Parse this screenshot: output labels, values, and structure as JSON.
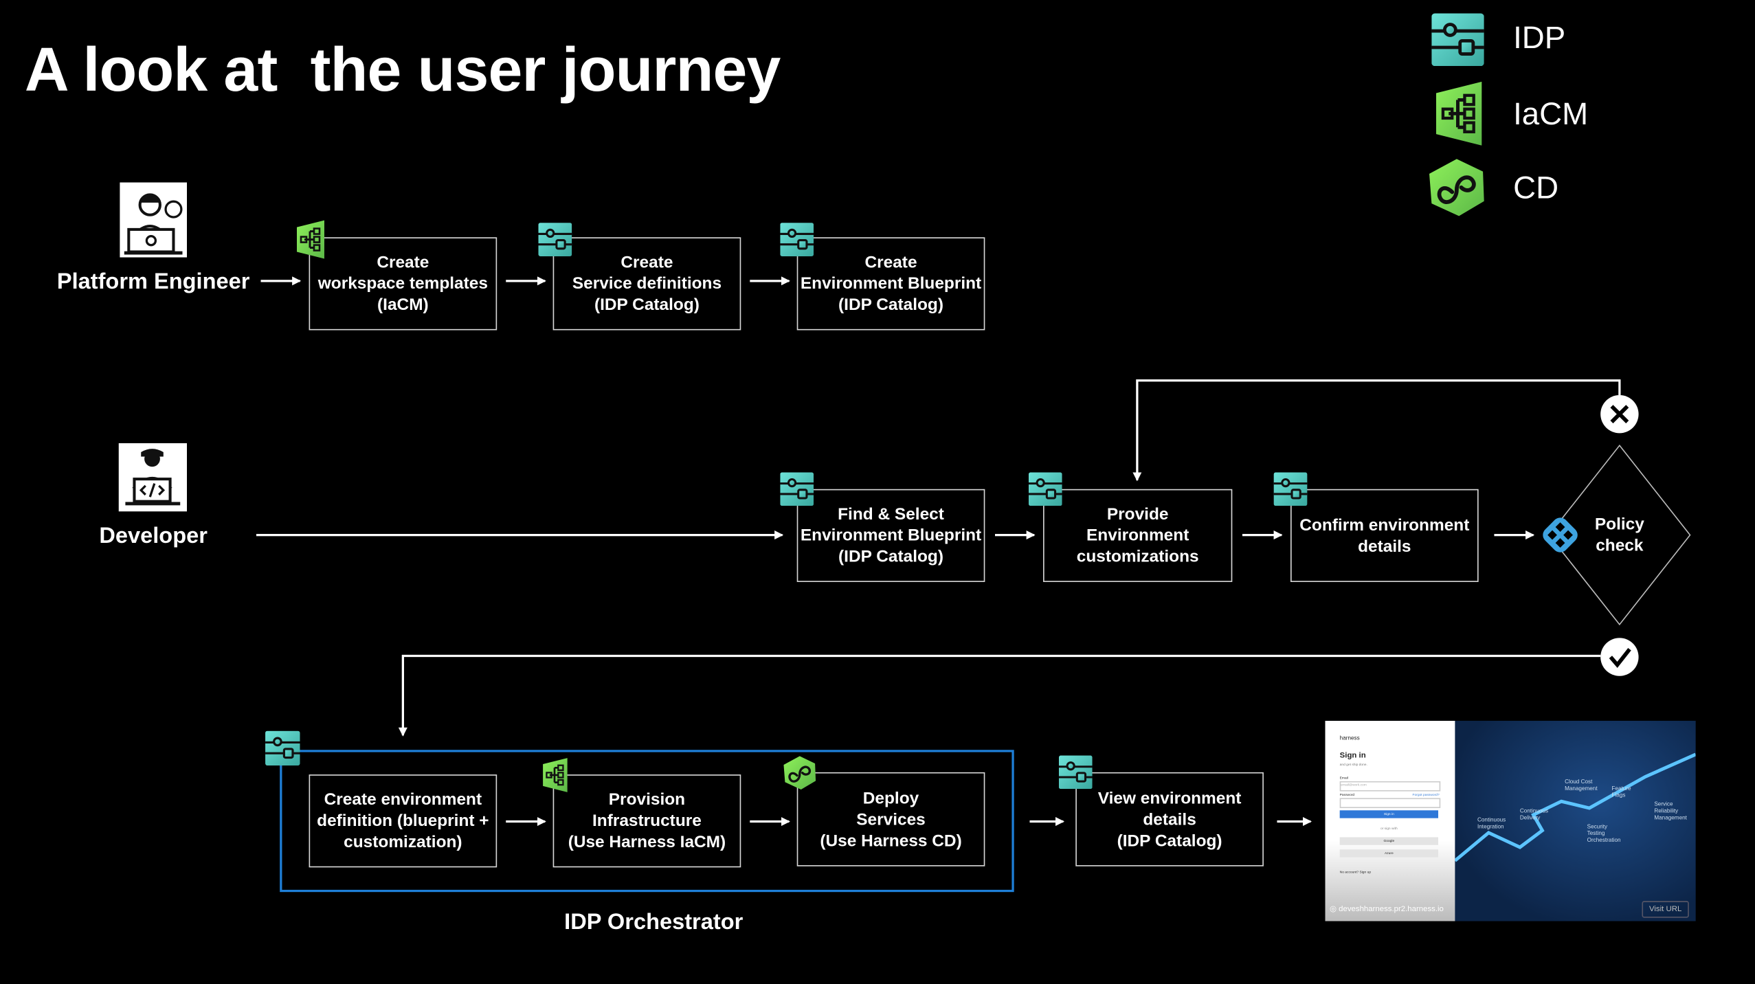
{
  "title": "A look at  the user journey",
  "legend": [
    {
      "icon": "idp-icon",
      "label": "IDP",
      "color": "#4ec7bf"
    },
    {
      "icon": "iacm-icon",
      "label": "IaCM",
      "color": "#7ed957"
    },
    {
      "icon": "cd-icon",
      "label": "CD",
      "color": "#7ed957"
    }
  ],
  "actors": {
    "platform_engineer": "Platform Engineer",
    "developer": "Developer"
  },
  "platform_row": [
    {
      "icon": "iacm-icon",
      "label": "Create\nworkspace templates\n(IaCM)"
    },
    {
      "icon": "idp-icon",
      "label": "Create\nService definitions\n(IDP Catalog)"
    },
    {
      "icon": "idp-icon",
      "label": "Create\nEnvironment Blueprint\n(IDP Catalog)"
    }
  ],
  "developer_row": [
    {
      "icon": "idp-icon",
      "label": "Find & Select\nEnvironment Blueprint\n(IDP Catalog)"
    },
    {
      "icon": "idp-icon",
      "label": "Provide\nEnvironment\ncustomizations"
    },
    {
      "icon": "idp-icon",
      "label": "Confirm environment\ndetails"
    }
  ],
  "policy_check": {
    "label": "Policy\ncheck",
    "icon": "policy-icon",
    "color": "#3ea3e0",
    "fail_icon": "x-circle-icon",
    "pass_icon": "check-circle-icon"
  },
  "orchestrator": {
    "label": "IDP Orchestrator",
    "border_color": "#1e7fd8",
    "steps": [
      {
        "icon": "idp-icon",
        "label": "Create environment\ndefinition (blueprint +\ncustomization)"
      },
      {
        "icon": "iacm-icon",
        "label": "Provision\nInfrastructure\n(Use Harness IaCM)"
      },
      {
        "icon": "cd-icon",
        "label": "Deploy\nServices\n(Use Harness CD)"
      }
    ]
  },
  "view_step": {
    "icon": "idp-icon",
    "label": "View environment\ndetails\n(IDP Catalog)"
  },
  "screenshot": {
    "brand": "harness",
    "heading": "Sign in",
    "subheading": "and get ship done.",
    "email_label": "Email",
    "email_placeholder": "email@work.com",
    "password_label": "Password",
    "forgot": "Forgot password?",
    "sign_in_button": "Sign in",
    "or_sign_with": "or sign with",
    "google": "Google",
    "azure": "Azure",
    "no_account": "No account? Sign up",
    "url": "deveshharness.pr2.harness.io",
    "visit_button": "Visit URL",
    "modules": [
      "Continuous Integration",
      "Continuous Delivery",
      "Cloud Cost Management",
      "Feature Flags",
      "Security Testing Orchestration",
      "Service Reliability Management"
    ]
  }
}
